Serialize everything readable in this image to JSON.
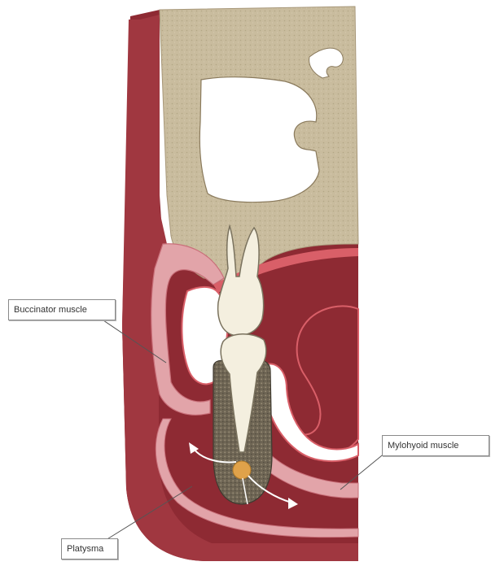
{
  "labels": {
    "buccinator": "Buccinator muscle",
    "mylohyoid": "Mylohyoid muscle",
    "platysma": "Platysma"
  },
  "colors": {
    "bone": "#c9bc9e",
    "muscle_dark": "#8e2a33",
    "muscle_mid": "#a8434c",
    "muscle_light": "#e4a6ab",
    "mucosa": "#d95f68",
    "tooth": "#f4efdf",
    "socket_bone": "#6b6150",
    "lesion": "#e0a24a"
  }
}
